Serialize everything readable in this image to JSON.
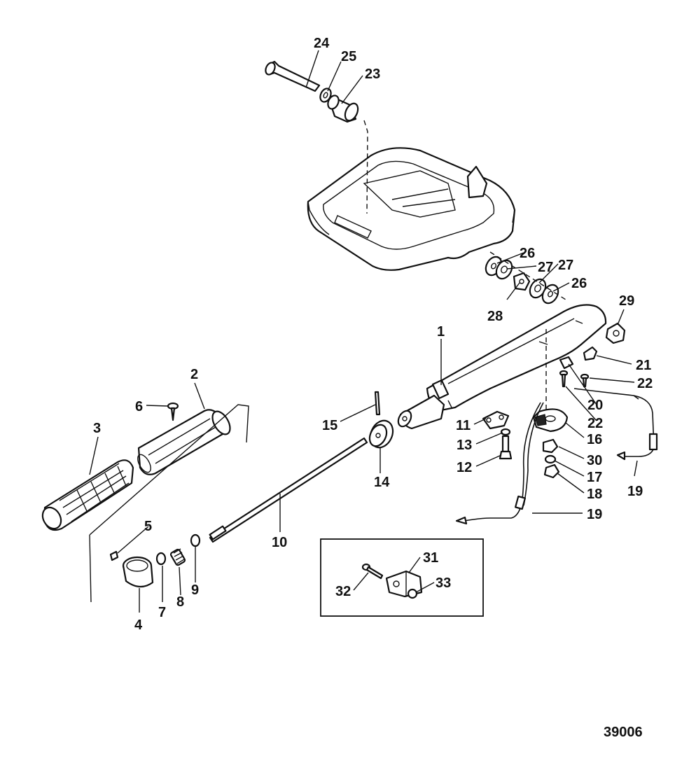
{
  "figure_code": "39006",
  "callouts": {
    "p1": "1",
    "p2": "2",
    "p3": "3",
    "p4": "4",
    "p5": "5",
    "p6": "6",
    "p7": "7",
    "p8": "8",
    "p9": "9",
    "p10": "10",
    "p11": "11",
    "p12": "12",
    "p13": "13",
    "p14": "14",
    "p15": "15",
    "p16": "16",
    "p17": "17",
    "p18": "18",
    "p19a": "19",
    "p19b": "19",
    "p20": "20",
    "p21": "21",
    "p22a": "22",
    "p22b": "22",
    "p23": "23",
    "p24": "24",
    "p25": "25",
    "p26a": "26",
    "p26b": "26",
    "p27a": "27",
    "p27b": "27",
    "p28": "28",
    "p29": "29",
    "p30": "30",
    "p31": "31",
    "p32": "32",
    "p33": "33"
  }
}
